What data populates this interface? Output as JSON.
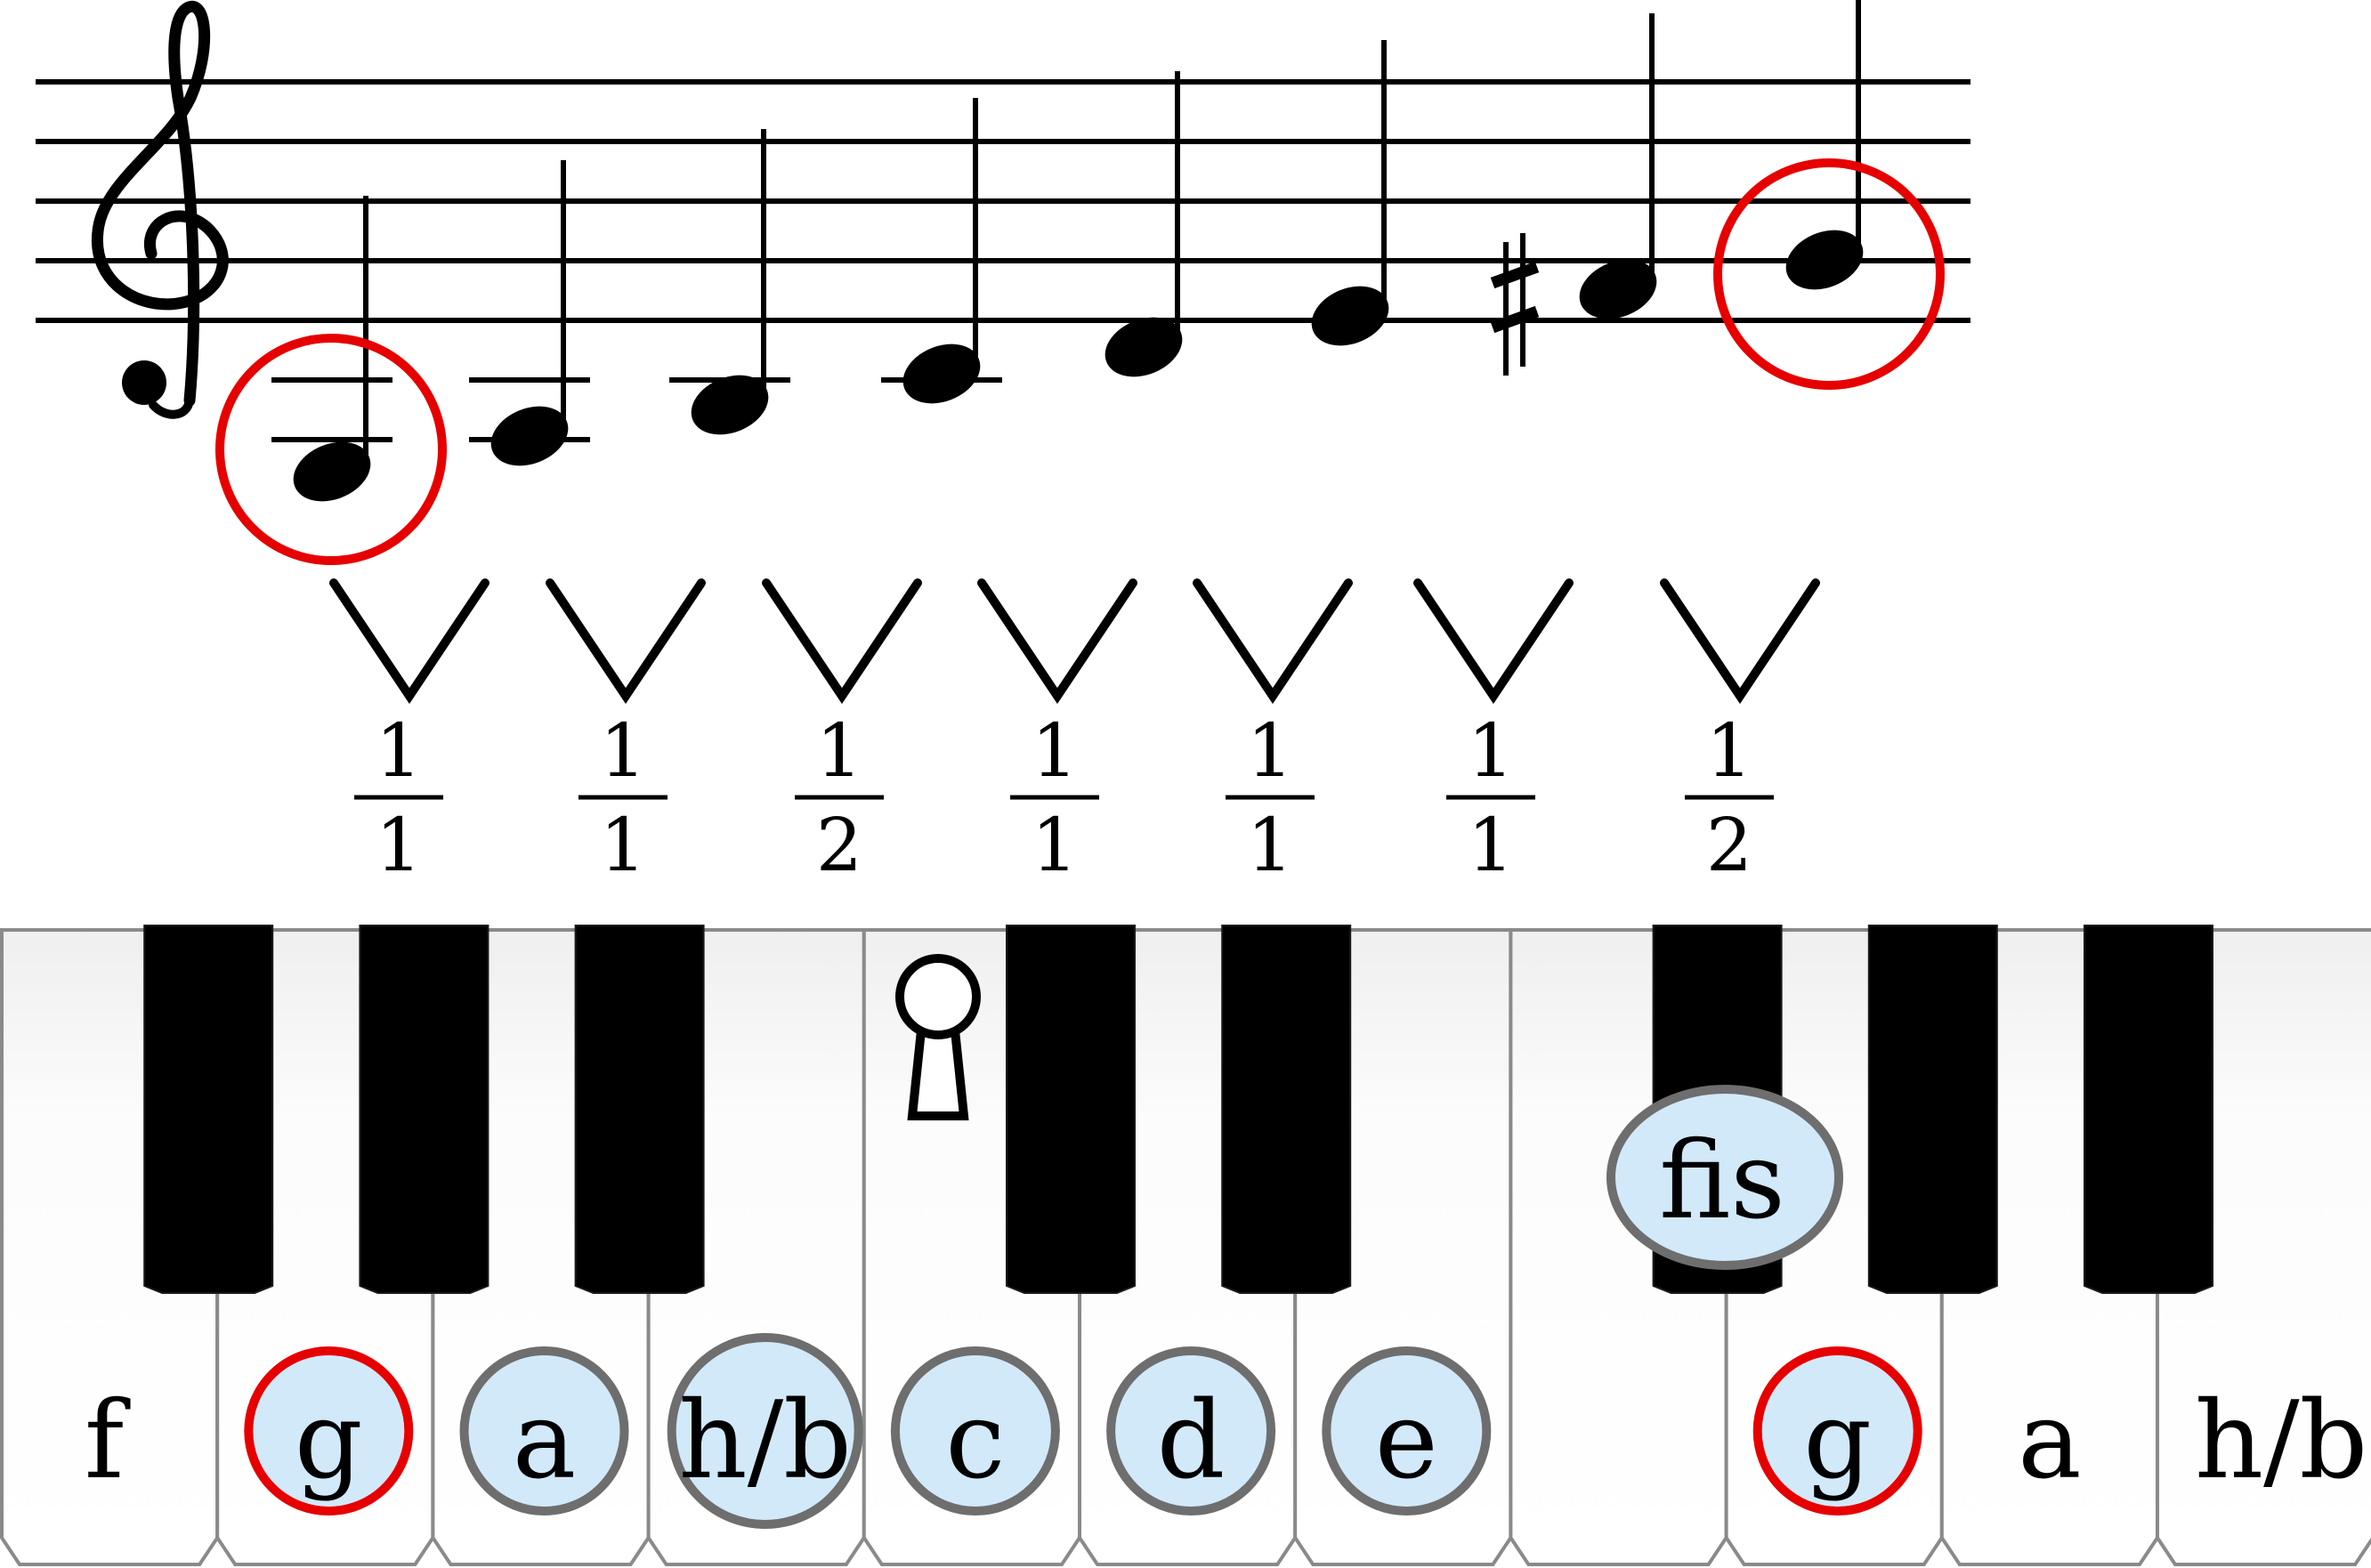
{
  "staff": {
    "clef": "treble-clef",
    "notes": [
      {
        "pitch": "g",
        "highlight": true
      },
      {
        "pitch": "a",
        "highlight": false
      },
      {
        "pitch": "h",
        "highlight": false
      },
      {
        "pitch": "c",
        "highlight": false
      },
      {
        "pitch": "d",
        "highlight": false
      },
      {
        "pitch": "e",
        "highlight": false
      },
      {
        "pitch": "fis",
        "highlight": false,
        "accidental": "♯"
      },
      {
        "pitch": "g",
        "highlight": true
      }
    ]
  },
  "intervals": [
    {
      "num": "1",
      "den": "1"
    },
    {
      "num": "1",
      "den": "1"
    },
    {
      "num": "1",
      "den": "2"
    },
    {
      "num": "1",
      "den": "1"
    },
    {
      "num": "1",
      "den": "1"
    },
    {
      "num": "1",
      "den": "1"
    },
    {
      "num": "1",
      "den": "2"
    }
  ],
  "keyboard": {
    "white_keys": [
      {
        "label": "f",
        "state": "plain"
      },
      {
        "label": "g",
        "state": "root"
      },
      {
        "label": "a",
        "state": "scale"
      },
      {
        "label": "h/b",
        "state": "scale"
      },
      {
        "label": "c",
        "state": "scale"
      },
      {
        "label": "d",
        "state": "scale"
      },
      {
        "label": "e",
        "state": "scale"
      },
      {
        "label": "",
        "state": "plain"
      },
      {
        "label": "g",
        "state": "root"
      },
      {
        "label": "a",
        "state": "plain"
      },
      {
        "label": "h/b",
        "state": "plain"
      }
    ],
    "black_key_label": "fis",
    "middle_c_marker": "keyhole-icon"
  },
  "colors": {
    "root_ring": "#e60000",
    "scale_ring": "#6e6e6e",
    "bubble_fill": "#d2e9fa",
    "ink": "#000000",
    "key_border": "#8a8a8a"
  }
}
